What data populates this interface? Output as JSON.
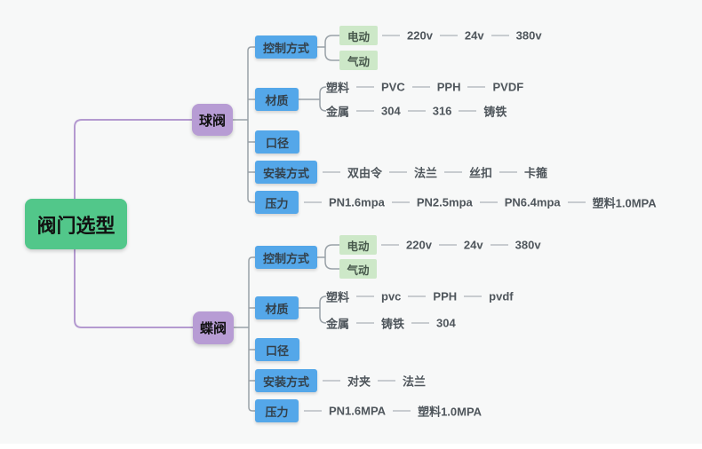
{
  "colors": {
    "background": "#f7f8f8",
    "root_green": "#52c78a",
    "branch_purple": "#b79cd4",
    "topic_blue": "#54a7e9",
    "leaf_green": "#cde8c8",
    "line_purple": "#b49ad0",
    "line_gray": "#99a1a7",
    "chain_text": "#4f565c"
  },
  "tree": {
    "root": "阀门选型",
    "ball": {
      "label": "球阀",
      "control": {
        "label": "控制方式",
        "electric": "电动",
        "pneumatic": "气动",
        "volts": [
          "220v",
          "24v",
          "380v"
        ]
      },
      "material": {
        "label": "材质",
        "plastic": "塑料",
        "plastic_chain": [
          "PVC",
          "PPH",
          "PVDF"
        ],
        "metal": "金属",
        "metal_chain": [
          "304",
          "316",
          "铸铁"
        ]
      },
      "diameter": "口径",
      "install": {
        "label": "安装方式",
        "chain": [
          "双由令",
          "法兰",
          "丝扣",
          "卡箍"
        ]
      },
      "pressure": {
        "label": "压力",
        "chain": [
          "PN1.6mpa",
          "PN2.5mpa",
          "PN6.4mpa",
          "塑料1.0MPA"
        ]
      }
    },
    "butterfly": {
      "label": "蝶阀",
      "control": {
        "label": "控制方式",
        "electric": "电动",
        "pneumatic": "气动",
        "volts": [
          "220v",
          "24v",
          "380v"
        ]
      },
      "material": {
        "label": "材质",
        "plastic": "塑料",
        "plastic_chain": [
          "pvc",
          "PPH",
          "pvdf"
        ],
        "metal": "金属",
        "metal_chain": [
          "铸铁",
          "304"
        ]
      },
      "diameter": "口径",
      "install": {
        "label": "安装方式",
        "chain": [
          "对夹",
          "法兰"
        ]
      },
      "pressure": {
        "label": "压力",
        "chain": [
          "PN1.6MPA",
          "塑料1.0MPA"
        ]
      }
    }
  }
}
